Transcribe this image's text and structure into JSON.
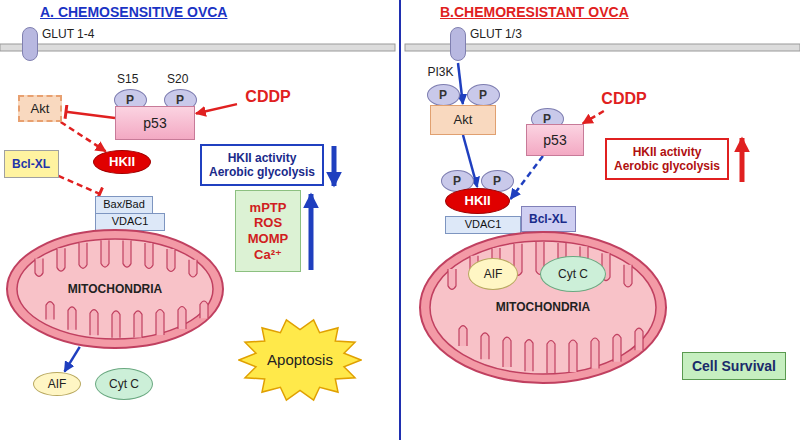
{
  "diagram": {
    "nodes": [
      {
        "text": [
          "GLUT 1-4"
        ]
      },
      {
        "text": [
          "Akt"
        ]
      },
      {
        "text": [
          "P"
        ]
      },
      {
        "text": [
          "P"
        ]
      },
      {
        "text": [
          "p53"
        ]
      },
      {
        "text": [
          "CDDP"
        ]
      },
      {
        "text": [
          "Bcl-XL"
        ]
      },
      {
        "text": [
          "HKII"
        ]
      },
      {
        "text": [
          "HKII activity",
          "Aerobic glycolysis"
        ]
      },
      {
        "text": [
          "Bax/Bad"
        ]
      },
      {
        "text": [
          "VDAC1"
        ]
      },
      {
        "text": [
          "MITOCHONDRIA"
        ]
      },
      {
        "text": [
          "mPTP",
          "ROS",
          "MOMP",
          "Ca²⁺"
        ]
      },
      {
        "text": [
          "AIF"
        ]
      },
      {
        "text": [
          "Cyt C"
        ]
      },
      {
        "text": [
          "Apoptosis"
        ]
      },
      {
        "text": [
          "GLUT 1/3"
        ]
      },
      {
        "text": [
          "P"
        ]
      },
      {
        "text": [
          "P"
        ]
      },
      {
        "text": [
          "Akt"
        ]
      },
      {
        "text": [
          "CDDP"
        ]
      },
      {
        "text": [
          "P"
        ]
      },
      {
        "text": [
          "p53"
        ]
      },
      {
        "text": [
          "P"
        ]
      },
      {
        "text": [
          "P"
        ]
      },
      {
        "text": [
          "HKII"
        ]
      },
      {
        "text": [
          "HKII activity",
          "Aerobic glycolysis"
        ]
      },
      {
        "text": [
          "VDAC1"
        ]
      },
      {
        "text": [
          "Bcl-XL"
        ]
      },
      {
        "text": [
          "MITOCHONDRIA"
        ]
      },
      {
        "text": [
          "AIF"
        ],
        "in": 29
      },
      {
        "text": [
          "Cyt C"
        ],
        "in": 29
      },
      {
        "text": [
          "Cell Survival"
        ]
      }
    ],
    "edges": [
      {
        "from": 5,
        "to": 4,
        "arrow": "to"
      },
      {
        "from": 4,
        "to": 1,
        "arrow": "to"
      },
      {
        "from": 1,
        "to": 7,
        "arrow": "to"
      },
      {
        "from": 6,
        "to": 9,
        "arrow": "to"
      },
      {
        "from": 11,
        "to": 13,
        "arrow": "to"
      },
      {
        "from": 16,
        "to": 19,
        "label": "PI3K",
        "arrow": "to"
      },
      {
        "from": 19,
        "to": 25,
        "arrow": "to"
      },
      {
        "from": 20,
        "to": 22,
        "arrow": "to"
      },
      {
        "from": 22,
        "to": 25,
        "arrow": "to"
      }
    ],
    "labels": [
      "A. CHEMOSENSITIVE OVCA",
      "B.CHEMORESISTANT OVCA",
      "S15",
      "S20"
    ]
  }
}
